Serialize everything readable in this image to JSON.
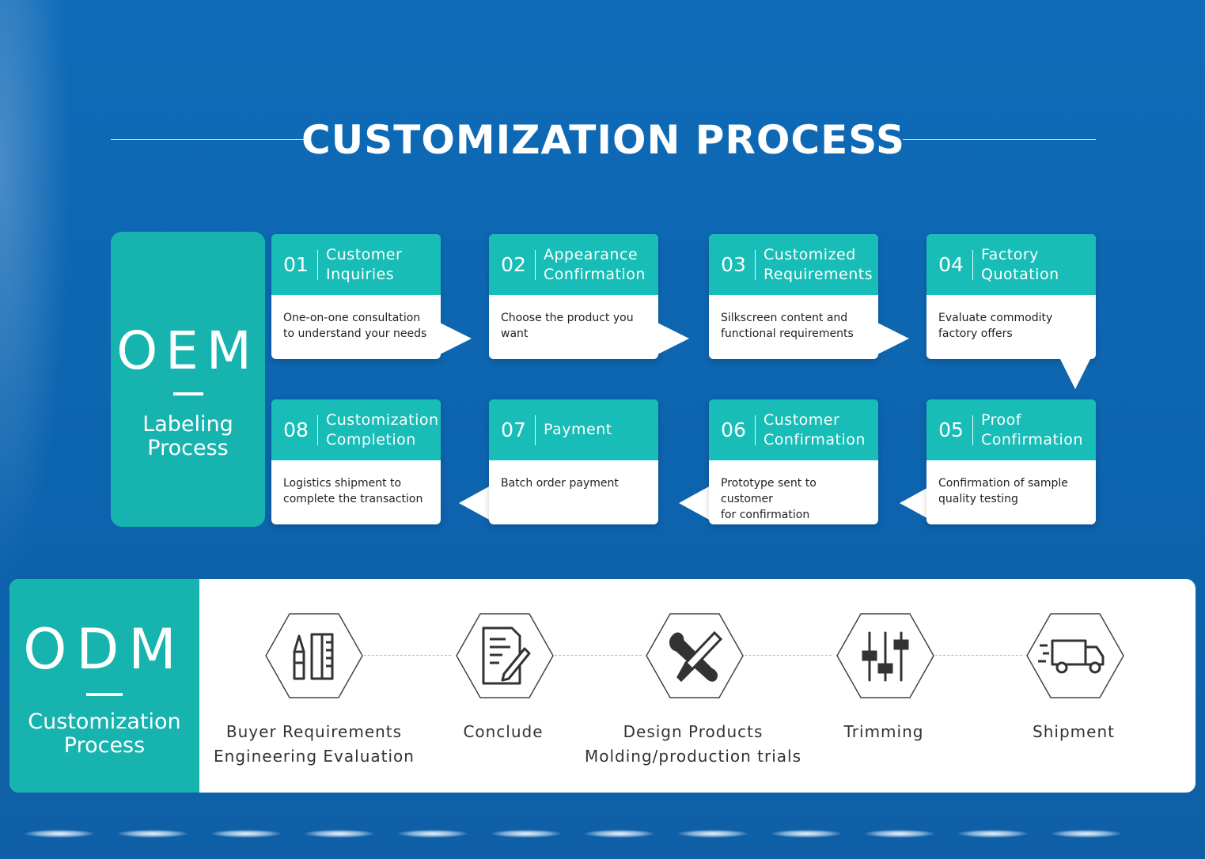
{
  "title": "CUSTOMIZATION PROCESS",
  "oem": {
    "big": "OEM",
    "sub_line1": "Labeling",
    "sub_line2": "Process",
    "steps": [
      {
        "num": "01",
        "label_line1": "Customer",
        "label_line2": "Inquiries",
        "desc_line1": "One-on-one consultation",
        "desc_line2": "to understand your needs"
      },
      {
        "num": "02",
        "label_line1": "Appearance",
        "label_line2": "Confirmation",
        "desc_line1": "Choose the product you",
        "desc_line2": "want"
      },
      {
        "num": "03",
        "label_line1": "Customized",
        "label_line2": "Requirements",
        "desc_line1": "Silkscreen content and",
        "desc_line2": "functional requirements"
      },
      {
        "num": "04",
        "label_line1": "Factory",
        "label_line2": "Quotation",
        "desc_line1": "Evaluate commodity",
        "desc_line2": "factory offers"
      },
      {
        "num": "05",
        "label_line1": "Proof",
        "label_line2": "Confirmation",
        "desc_line1": "Confirmation of sample",
        "desc_line2": "quality testing"
      },
      {
        "num": "06",
        "label_line1": "Customer",
        "label_line2": "Confirmation",
        "desc_line1": "Prototype sent to customer",
        "desc_line2": "for confirmation"
      },
      {
        "num": "07",
        "label_line1": "Payment",
        "label_line2": "",
        "desc_line1": "Batch order payment",
        "desc_line2": ""
      },
      {
        "num": "08",
        "label_line1": "Customization",
        "label_line2": "Completion",
        "desc_line1": "Logistics shipment to",
        "desc_line2": "complete the transaction"
      }
    ]
  },
  "odm": {
    "big": "ODM",
    "sub_line1": "Customization",
    "sub_line2": "Process",
    "steps": [
      {
        "icon": "design-tools-icon",
        "line1": "Buyer Requirements",
        "line2": "Engineering Evaluation"
      },
      {
        "icon": "contract-document-icon",
        "line1": "Conclude",
        "line2": ""
      },
      {
        "icon": "wrench-screwdriver-icon",
        "line1": "Design Products",
        "line2": "Molding/production trials"
      },
      {
        "icon": "adjustment-sliders-icon",
        "line1": "Trimming",
        "line2": ""
      },
      {
        "icon": "delivery-truck-icon",
        "line1": "Shipment",
        "line2": ""
      }
    ]
  },
  "colors": {
    "background": "#0f6bb8",
    "teal": "#17b3ae",
    "teal_header": "#17bdb6",
    "card": "#ffffff"
  }
}
